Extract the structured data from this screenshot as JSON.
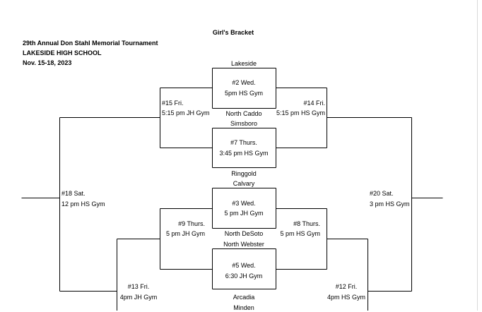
{
  "header": {
    "bracket_title": "Girl's Bracket",
    "tournament": "29th Annual Don Stahl Memorial Tournament",
    "school": "LAKESIDE HIGH SCHOOL",
    "dates": "Nov. 15-18, 2023"
  },
  "teams": {
    "t1": "Lakeside",
    "t2": "North Caddo",
    "t3": "Simsboro",
    "t4": "Ringgold",
    "t5": "Calvary",
    "t6": "North DeSoto",
    "t7": "North Webster",
    "t8": "Arcadia",
    "t9": "Minden"
  },
  "games": {
    "g2": {
      "line1": "#2 Wed.",
      "line2": "5pm HS Gym"
    },
    "g7": {
      "line1": "#7 Thurs.",
      "line2": "3:45 pm HS Gym"
    },
    "g3": {
      "line1": "#3 Wed.",
      "line2": "5 pm JH Gym"
    },
    "g5": {
      "line1": "#5 Wed.",
      "line2": "6:30 JH Gym"
    },
    "g15": {
      "line1": "#15 Fri.",
      "line2": "5:15 pm JH Gym"
    },
    "g14": {
      "line1": "#14 Fri.",
      "line2": "5:15 pm HS Gym"
    },
    "g9": {
      "line1": "#9 Thurs.",
      "line2": "5 pm JH Gym"
    },
    "g8": {
      "line1": "#8 Thurs.",
      "line2": "5 pm HS Gym"
    },
    "g18": {
      "line1": "#18 Sat.",
      "line2": "12 pm HS Gym"
    },
    "g20": {
      "line1": "#20 Sat.",
      "line2": "3 pm HS Gym"
    },
    "g13": {
      "line1": "#13 Fri.",
      "line2": "4pm JH Gym"
    },
    "g12": {
      "line1": "#12 Fri.",
      "line2": "4pm  HS Gym"
    }
  }
}
